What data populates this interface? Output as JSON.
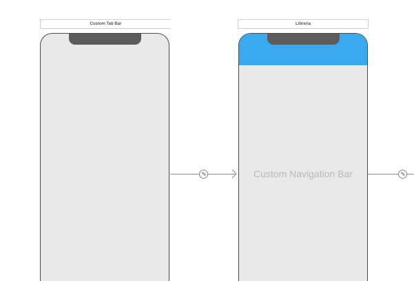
{
  "scenes": [
    {
      "title": "Custom Tab Bar",
      "label": ""
    },
    {
      "title": "Libreria",
      "label": "Custom Navigation Bar",
      "nav_bar_color": "#3aa9ef"
    }
  ],
  "segues": [
    {
      "icon": "segue-icon"
    },
    {
      "icon": "segue-icon"
    }
  ],
  "colors": {
    "canvas": "#ffffff",
    "scene_background": "#e9e9e9",
    "notch": "#5c5c5c",
    "nav_bar": "#3aa9ef",
    "segue_line": "#8a8a8a"
  }
}
